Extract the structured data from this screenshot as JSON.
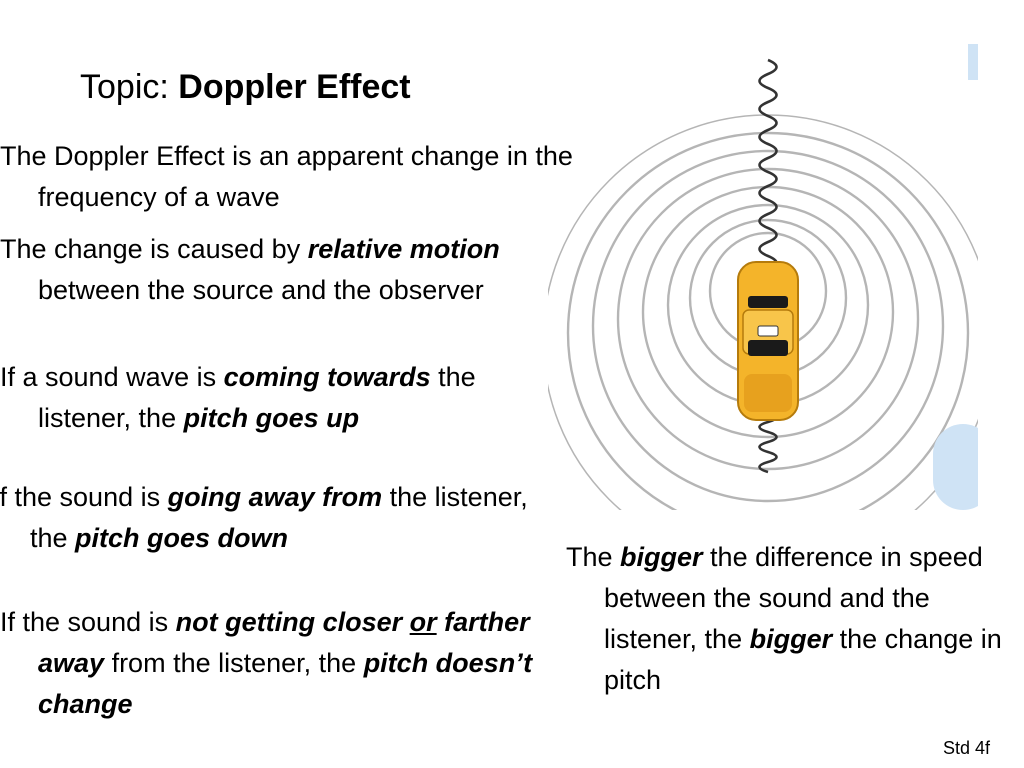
{
  "title": {
    "prefix": "Topic: ",
    "main": "Doppler Effect"
  },
  "points": [
    {
      "parts": [
        "The Doppler Effect is an apparent change in the frequency of a wave"
      ]
    },
    {
      "t1": "The change is caused by ",
      "b1": "relative motion",
      "t2": " between the source and the observer"
    },
    {
      "t1": "If a sound wave is ",
      "b1": "coming towards",
      "t2": " the listener, the ",
      "b2": "pitch goes up"
    },
    {
      "t1": "If the sound is ",
      "b1": "going away from",
      "t2": " the listener, the ",
      "b2": "pitch goes down"
    },
    {
      "t1": "If the sound is ",
      "b1": "not getting closer",
      "t2": " ",
      "b2": "or",
      "t3": " ",
      "b3": "farther away",
      "t4": " from the listener, the ",
      "b4": "pitch doesn’t change"
    }
  ],
  "side_note": {
    "t1": "The ",
    "b1": "bigger",
    "t2": " the difference in speed between the sound and the listener, the ",
    "b2": "bigger",
    "t3": " the change in pitch"
  },
  "footer": "Std 4f",
  "colors": {
    "car_body": "#F4B42A",
    "car_dark": "#1A1A1A",
    "ring": "#B5B5B5",
    "wave": "#333333",
    "accent_blue": "#CFE3F5"
  }
}
